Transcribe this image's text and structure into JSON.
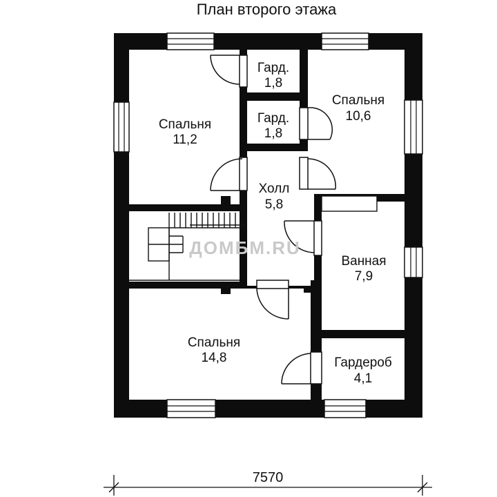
{
  "title": "План второго этажа",
  "watermark": "ДОМБМ.RU",
  "dimension": "7570",
  "colors": {
    "wall": "#0d0d0d",
    "line": "#111111",
    "background": "#ffffff",
    "watermark": "#c9c9c9"
  },
  "rooms": {
    "bedroom_nw": {
      "name": "Спальня",
      "area": "11,2"
    },
    "gard_1": {
      "name": "Гард.",
      "area": "1,8"
    },
    "gard_2": {
      "name": "Гард.",
      "area": "1,8"
    },
    "bedroom_ne": {
      "name": "Спальня",
      "area": "10,6"
    },
    "hall": {
      "name": "Холл",
      "area": "5,8"
    },
    "bathroom": {
      "name": "Ванная",
      "area": "7,9"
    },
    "bedroom_s": {
      "name": "Спальня",
      "area": "14,8"
    },
    "wardrobe": {
      "name": "Гардероб",
      "area": "4,1"
    }
  }
}
